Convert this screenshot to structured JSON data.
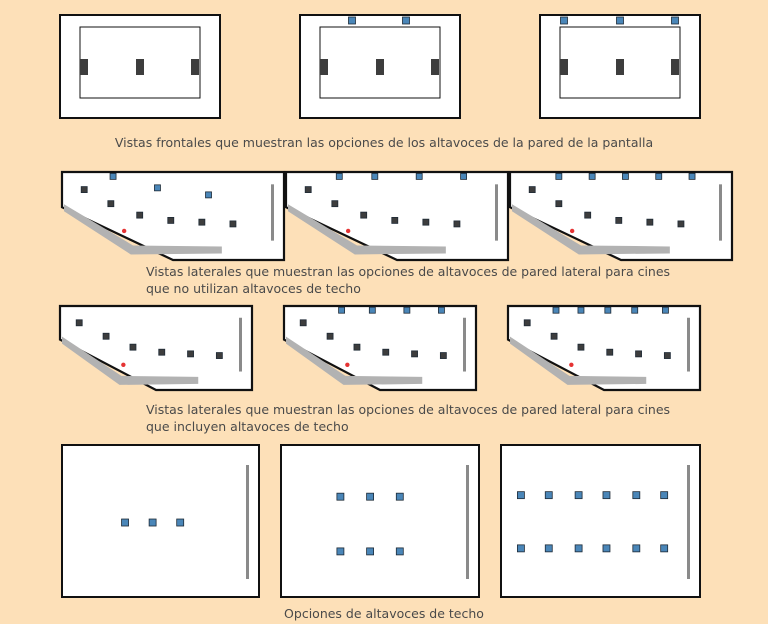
{
  "captions": {
    "front": "Vistas frontales que muestran las opciones de los altavoces de la pared de la pantalla",
    "side_no_ceiling": [
      "Vistas laterales que muestran las opciones de altavoces de pared lateral para cines",
      "que no utilizan altavoces de techo"
    ],
    "side_ceiling": [
      "Vistas laterales que muestran las opciones de altavoces de pared lateral para cines",
      "que incluyen altavoces de techo"
    ],
    "ceiling": "Opciones de altavoces de techo"
  },
  "colors": {
    "background": "#fde0b8",
    "panel": "#ffffff",
    "outline": "#111111",
    "wall_speaker": "#3d3d3d",
    "ceiling_speaker": "#4a86b8",
    "listener": "#e53333",
    "floor": "#b2b2b2",
    "screen": "#8a8a8a"
  },
  "diagram_groups": [
    {
      "name": "front-view",
      "count": 3,
      "icons": [
        "screen-outline",
        "wall-speaker-icon",
        "ceiling-speaker-icon"
      ]
    },
    {
      "name": "side-view-no-ceiling",
      "count": 3,
      "icons": [
        "wall-speaker-icon",
        "ceiling-speaker-icon",
        "listener-icon",
        "screen-icon"
      ]
    },
    {
      "name": "side-view-with-ceiling",
      "count": 3,
      "icons": [
        "wall-speaker-icon",
        "ceiling-speaker-icon",
        "listener-icon",
        "screen-icon"
      ]
    },
    {
      "name": "ceiling-layout",
      "count": 3,
      "icons": [
        "ceiling-speaker-icon",
        "screen-icon"
      ]
    }
  ]
}
